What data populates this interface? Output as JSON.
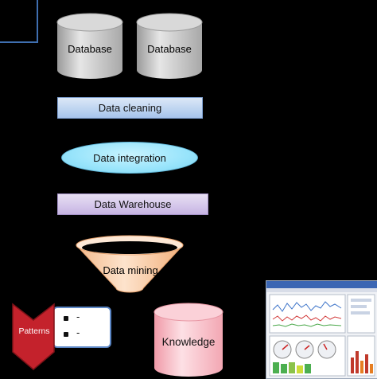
{
  "steps": {
    "database_1": "Database",
    "database_2": "Database",
    "cleaning": "Data cleaning",
    "integration": "Data integration",
    "warehouse": "Data Warehouse",
    "mining": "Data mining",
    "patterns": "Patterns",
    "knowledge": "Knowledge"
  },
  "patterns_bullets": [
    "-",
    "-"
  ],
  "colors": {
    "background": "#000000",
    "database": "#c9c9c9",
    "cleaning": "#bcd3f0",
    "integration": "#98e4fb",
    "warehouse": "#d4c6ea",
    "mining": "#fcd5b5",
    "patterns": "#c0202a",
    "knowledge": "#f9c0c8"
  },
  "icons": {
    "database": "cylinder",
    "mining": "funnel",
    "patterns": "chevron-shape",
    "dashboard": "dashboard-screenshot-thumbnail"
  }
}
